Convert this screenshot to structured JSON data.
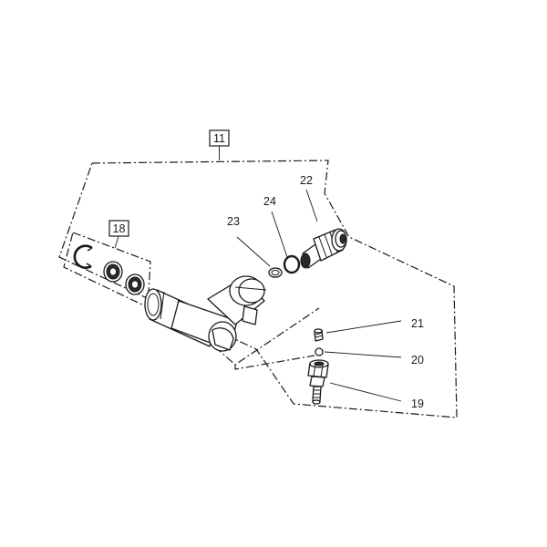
{
  "diagram": {
    "callouts": {
      "c11": "11",
      "c18": "18",
      "c19": "19",
      "c20": "20",
      "c21": "21",
      "c22": "22",
      "c23": "23",
      "c24": "24"
    },
    "boxed_callouts": [
      "11",
      "18"
    ]
  }
}
